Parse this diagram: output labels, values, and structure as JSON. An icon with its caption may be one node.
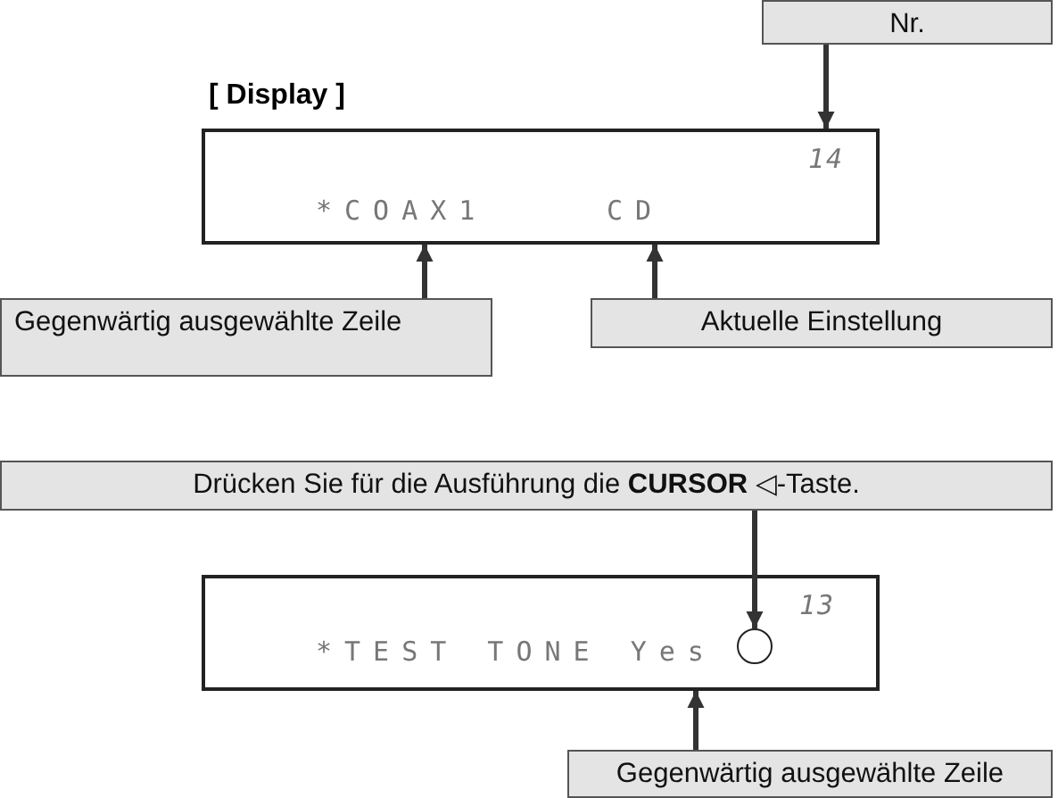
{
  "diagram": {
    "nodes": [
      {
        "text": [
          "Nr."
        ]
      },
      {
        "text": [
          "14",
          "*COAX1",
          "CD"
        ],
        "beside": [
          "[ Display ]"
        ]
      },
      {
        "text": [
          "Gegenwärtig ausgewählte Zeile"
        ]
      },
      {
        "text": [
          "Aktuelle Einstellung"
        ]
      },
      {
        "text": [
          "Drücken Sie für die Ausführung die **CURSOR** ◁-Taste."
        ]
      },
      {
        "text": [
          "13",
          "*TEST TONE Yes"
        ]
      },
      {
        "text": [],
        "shape": "circle",
        "in": 5
      },
      {
        "text": [
          "Gegenwärtig ausgewählte Zeile"
        ]
      }
    ],
    "edges": [
      {
        "from": 0,
        "to": 1,
        "arrow": "to"
      },
      {
        "from": 2,
        "to": 1,
        "arrow": "to"
      },
      {
        "from": 3,
        "to": 1,
        "arrow": "to"
      },
      {
        "from": 4,
        "to": 6,
        "arrow": "to"
      },
      {
        "from": 7,
        "to": 5,
        "arrow": "to"
      }
    ]
  }
}
